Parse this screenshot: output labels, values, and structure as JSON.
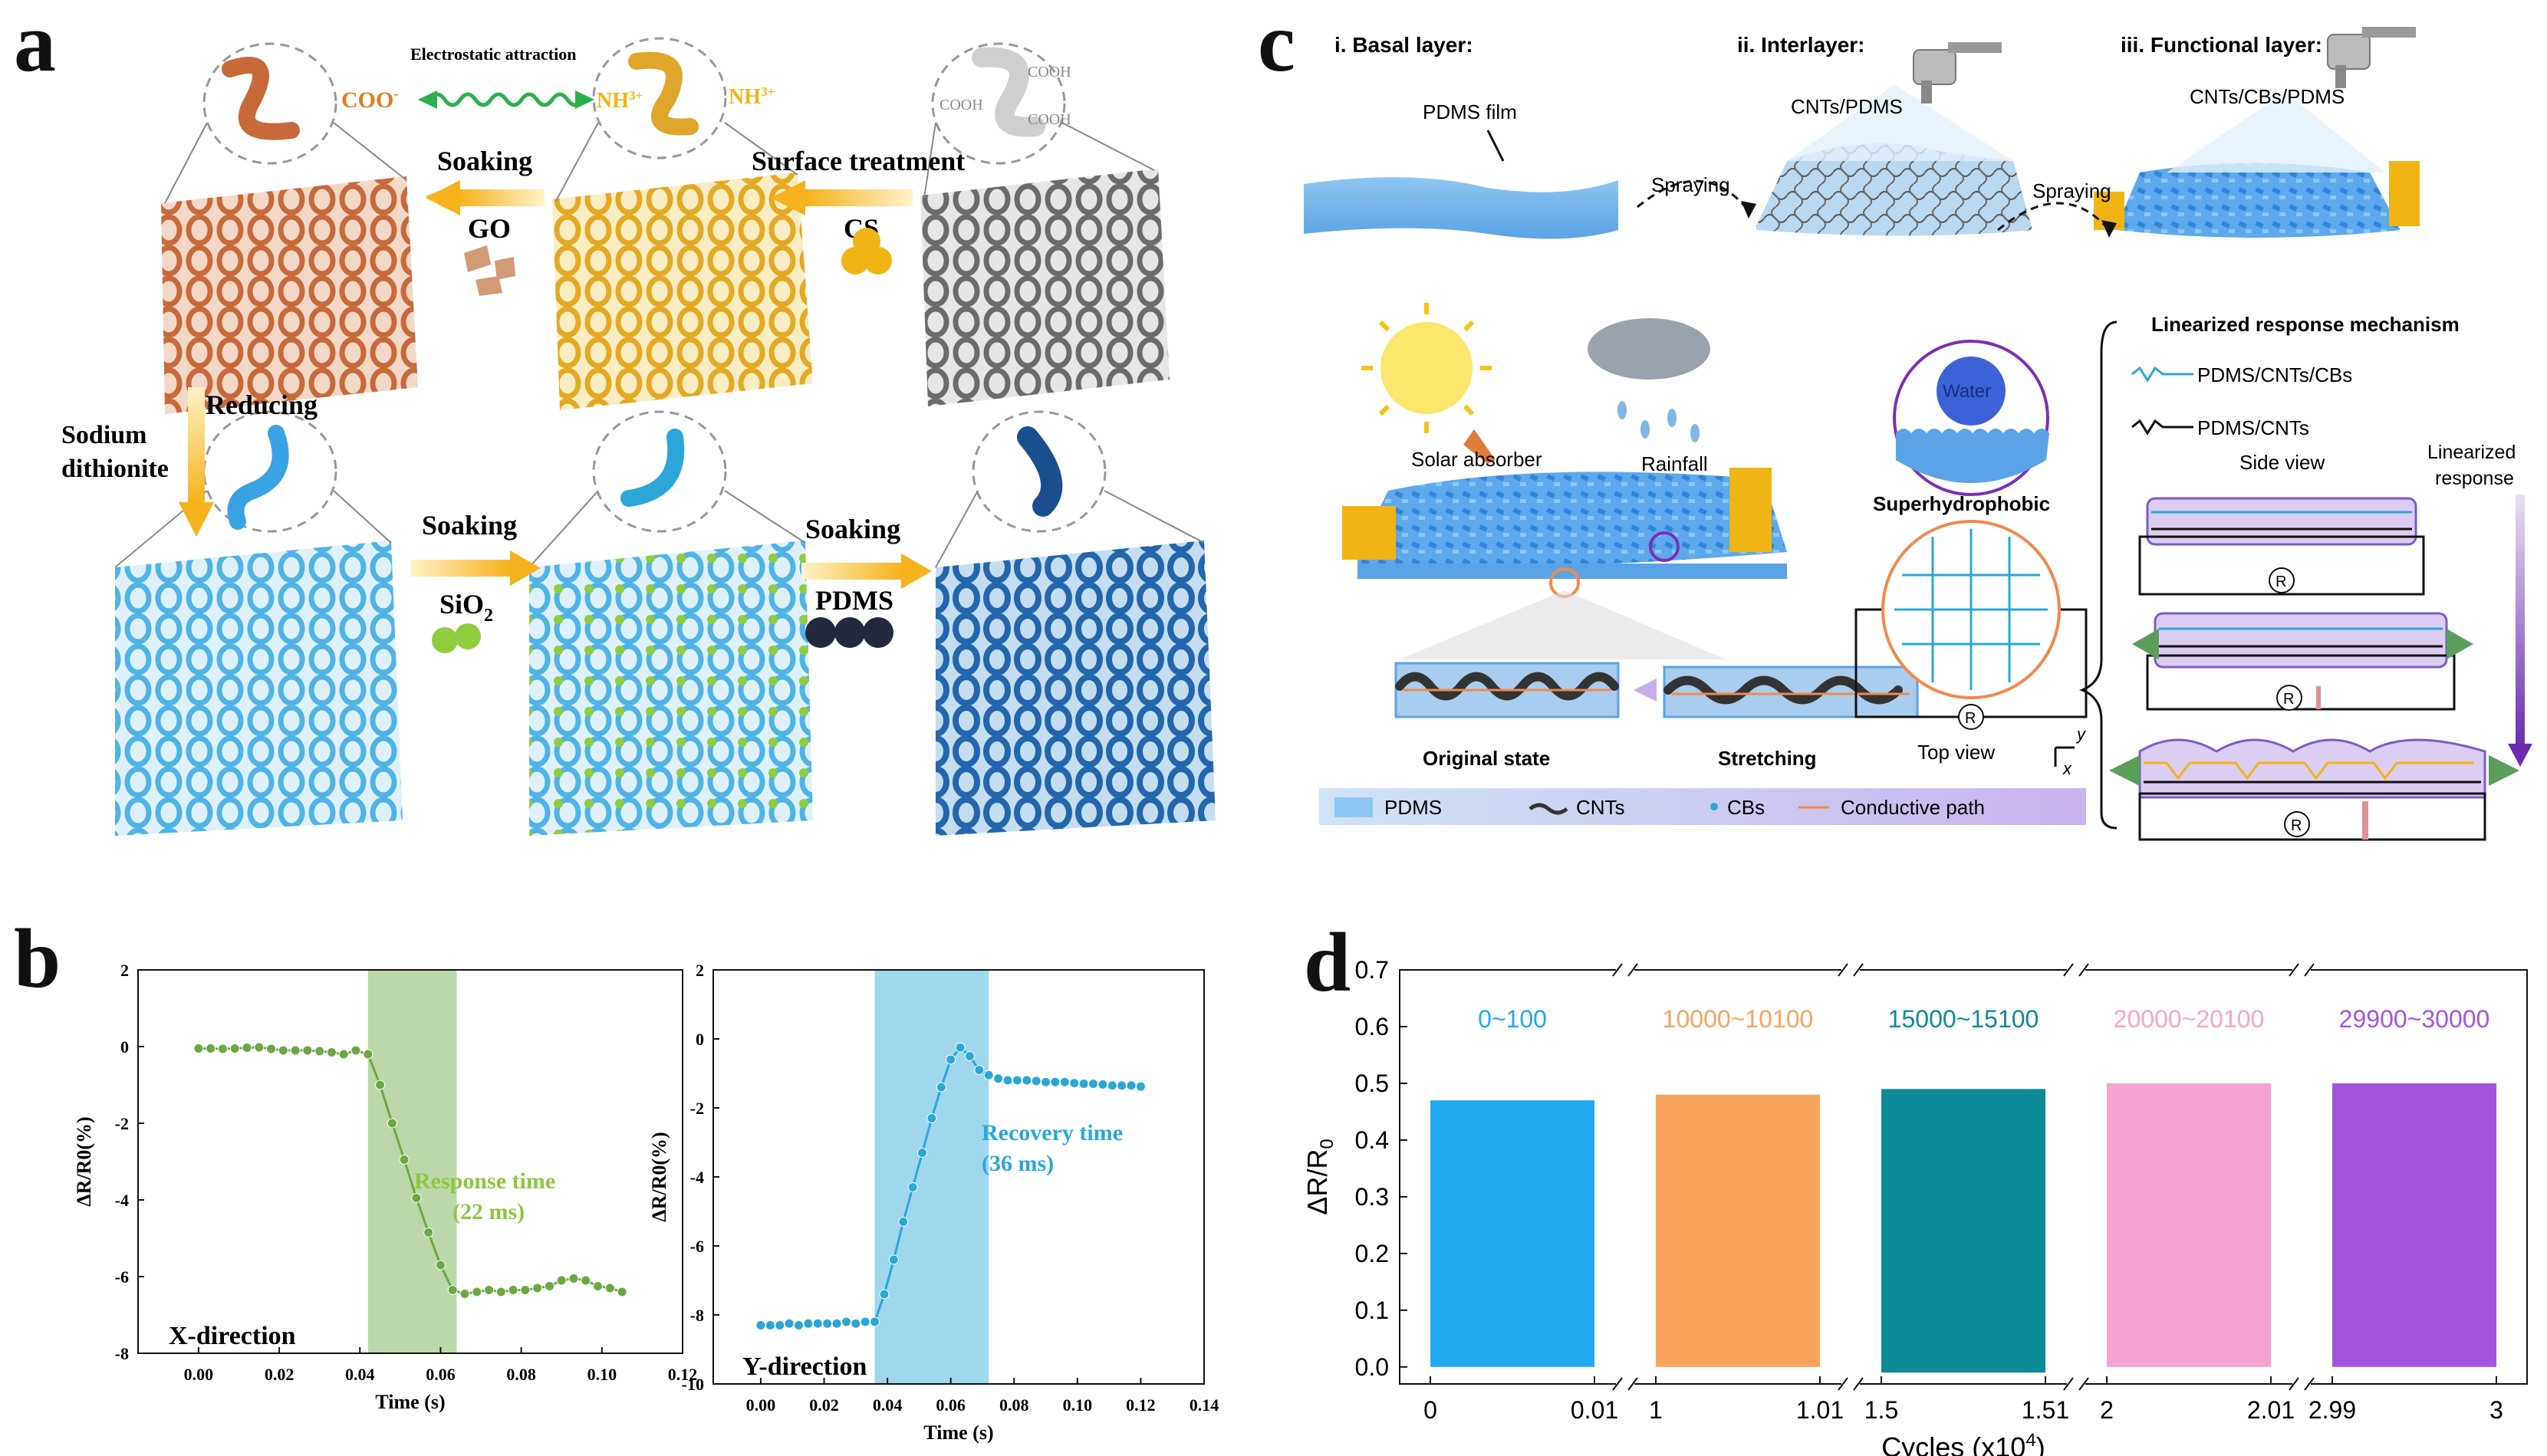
{
  "panel_a": {
    "label": "a",
    "electrostatic": "Electrostatic attraction",
    "coo": "COO",
    "coo_sup": "-",
    "nh3a": "NH",
    "nh3b": "NH",
    "nh3_sup": "3+",
    "cooh1": "COOH",
    "cooh2": "COOH",
    "cooh3": "COOH",
    "soaking1": "Soaking",
    "go": "GO",
    "surface_treatment": "Surface treatment",
    "cs": "CS",
    "reducing": "Reducing",
    "sodium1": "Sodium",
    "sodium2": "dithionite",
    "soaking2": "Soaking",
    "sio2": "SiO",
    "soaking3": "Soaking",
    "pdms": "PDMS"
  },
  "panel_c": {
    "label": "c",
    "basal": "i. Basal layer:",
    "interlayer": "ii. Interlayer:",
    "functional": "iii. Functional layer:",
    "pdms_film": "PDMS film",
    "cnts_pdms": "CNTs/PDMS",
    "cnts_cbs_pdms": "CNTs/CBs/PDMS",
    "spraying1": "Spraying",
    "spraying2": "Spraying",
    "solar": "Solar absorber",
    "rainfall": "Rainfall",
    "water": "Water",
    "superhydrophobic": "Superhydrophobic",
    "original": "Original state",
    "stretching": "Stretching",
    "top_view": "Top view",
    "axis_y": "y",
    "axis_x": "x",
    "r_symbol": "R",
    "mechanism": "Linearized response mechanism",
    "legend_pdms_cnts_cbs": "PDMS/CNTs/CBs",
    "legend_pdms_cnts": "PDMS/CNTs",
    "side_view": "Side view",
    "linearized1": "Linearized",
    "linearized2": "response",
    "legend_bar": [
      "PDMS",
      "CNTs",
      "CBs",
      "Conductive path"
    ],
    "colors": {
      "pdms": "#4d9de8",
      "cnts": "#333333",
      "cbs": "#2aa7d8",
      "path": "#f08a4b"
    }
  },
  "panel_b": {
    "label": "b",
    "chart_data": [
      {
        "type": "line",
        "title": "",
        "xlabel": "Time (s)",
        "ylabel": "ΔR/R0(%)",
        "xlim": [
          -0.015,
          0.12
        ],
        "ylim": [
          -8,
          2
        ],
        "xticks": [
          "0.00",
          "0.02",
          "0.04",
          "0.06",
          "0.08",
          "0.10",
          "0.12"
        ],
        "yticks": [
          "2",
          "0",
          "-2",
          "-4",
          "-6",
          "-8"
        ],
        "annotation_text": "X-direction",
        "highlight": {
          "x0": 0.042,
          "x1": 0.064,
          "label1": "Response time",
          "label2": "(22 ms)",
          "color": "#6aa842"
        },
        "series": [
          {
            "color": "#6aa842",
            "x": [
              0,
              0.003,
              0.006,
              0.009,
              0.012,
              0.015,
              0.018,
              0.021,
              0.024,
              0.027,
              0.03,
              0.033,
              0.036,
              0.039,
              0.042,
              0.045,
              0.048,
              0.051,
              0.054,
              0.057,
              0.06,
              0.063,
              0.066,
              0.069,
              0.072,
              0.075,
              0.078,
              0.081,
              0.084,
              0.087,
              0.09,
              0.093,
              0.096,
              0.099,
              0.102,
              0.105
            ],
            "y": [
              -0.05,
              -0.05,
              -0.06,
              -0.05,
              -0.03,
              -0.02,
              -0.06,
              -0.1,
              -0.1,
              -0.1,
              -0.12,
              -0.15,
              -0.2,
              -0.1,
              -0.2,
              -1.0,
              -2.0,
              -2.95,
              -3.95,
              -4.85,
              -5.7,
              -6.35,
              -6.45,
              -6.4,
              -6.35,
              -6.4,
              -6.35,
              -6.35,
              -6.3,
              -6.25,
              -6.1,
              -6.05,
              -6.1,
              -6.25,
              -6.3,
              -6.4
            ]
          }
        ]
      },
      {
        "type": "line",
        "title": "",
        "xlabel": "Time (s)",
        "ylabel": "ΔR/R0(%)",
        "xlim": [
          -0.015,
          0.14
        ],
        "ylim": [
          -10,
          2
        ],
        "xticks": [
          "0.00",
          "0.02",
          "0.04",
          "0.06",
          "0.08",
          "0.10",
          "0.12",
          "0.14"
        ],
        "yticks": [
          "2",
          "0",
          "-2",
          "-4",
          "-6",
          "-8",
          "-10"
        ],
        "annotation_text": "Y-direction",
        "highlight": {
          "x0": 0.036,
          "x1": 0.072,
          "label1": "Recovery time",
          "label2": "(36 ms)",
          "color": "#2aa7d8"
        },
        "series": [
          {
            "color": "#2aa7d8",
            "x": [
              0,
              0.003,
              0.006,
              0.009,
              0.012,
              0.015,
              0.018,
              0.021,
              0.024,
              0.027,
              0.03,
              0.033,
              0.036,
              0.039,
              0.042,
              0.045,
              0.048,
              0.051,
              0.054,
              0.057,
              0.06,
              0.063,
              0.066,
              0.069,
              0.072,
              0.075,
              0.078,
              0.081,
              0.084,
              0.087,
              0.09,
              0.093,
              0.096,
              0.099,
              0.102,
              0.105,
              0.108,
              0.111,
              0.114,
              0.117,
              0.12
            ],
            "y": [
              -8.3,
              -8.3,
              -8.3,
              -8.25,
              -8.3,
              -8.25,
              -8.25,
              -8.25,
              -8.25,
              -8.2,
              -8.25,
              -8.2,
              -8.2,
              -7.4,
              -6.4,
              -5.3,
              -4.3,
              -3.3,
              -2.3,
              -1.4,
              -0.6,
              -0.25,
              -0.5,
              -0.9,
              -1.05,
              -1.15,
              -1.2,
              -1.2,
              -1.2,
              -1.22,
              -1.25,
              -1.25,
              -1.25,
              -1.28,
              -1.3,
              -1.3,
              -1.32,
              -1.35,
              -1.35,
              -1.35,
              -1.38
            ]
          }
        ]
      }
    ]
  },
  "panel_d": {
    "label": "d",
    "chart_data": {
      "type": "area",
      "xlabel": "Cycles (x10",
      "xlabel_sup": "4",
      "xlabel_end": ")",
      "ylabel": "ΔR/R",
      "ylabel_sub": "0",
      "ylim": [
        -0.03,
        0.7
      ],
      "yticks": [
        "0.0",
        "0.1",
        "0.2",
        "0.3",
        "0.4",
        "0.5",
        "0.6",
        "0.7"
      ],
      "segments": [
        {
          "name": "0~100",
          "xticks": [
            "0",
            "0.01"
          ],
          "min": 0.0,
          "max": 0.47,
          "color": "#20aaf0"
        },
        {
          "name": "10000~10100",
          "xticks": [
            "1",
            "1.01"
          ],
          "min": 0.0,
          "max": 0.48,
          "color": "#f7a35c"
        },
        {
          "name": "15000~15100",
          "xticks": [
            "1.5",
            "1.51"
          ],
          "min": -0.01,
          "max": 0.49,
          "color": "#0e8b96"
        },
        {
          "name": "20000~20100",
          "xticks": [
            "2",
            "2.01"
          ],
          "min": 0.0,
          "max": 0.5,
          "color": "#f6a3cf"
        },
        {
          "name": "29900~30000",
          "xticks": [
            "2.99",
            "3"
          ],
          "min": 0.0,
          "max": 0.5,
          "color": "#a455e0"
        }
      ]
    }
  }
}
